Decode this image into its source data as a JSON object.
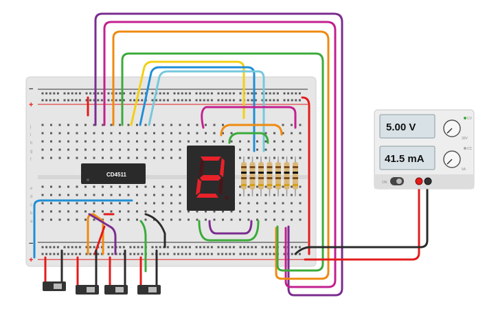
{
  "chip": {
    "label": "CD4511"
  },
  "power_supply": {
    "voltage": "5.00 V",
    "current": "41.5 mA",
    "switch_label": "ON",
    "knob_voltage_max": "30V",
    "knob_current_max": "5A",
    "indicator_cv": "CV",
    "indicator_cc": "CC"
  },
  "display": {
    "digit": "2"
  },
  "breadboard": {
    "row_letters_top": [
      "j",
      "i",
      "h",
      "g",
      "f"
    ],
    "row_letters_bottom": [
      "e",
      "d",
      "c",
      "b",
      "a"
    ],
    "rail_plus": "+",
    "rail_minus": "−"
  },
  "colors": {
    "wire_red": "#e31b1b",
    "wire_black": "#2b2b2b",
    "wire_purple": "#7b2c8f",
    "wire_magenta": "#c2208f",
    "wire_orange": "#ef8a10",
    "wire_green": "#3aab3a",
    "wire_yellow": "#f2d014",
    "wire_blue": "#1e8fd6",
    "wire_lightblue": "#76c8dc",
    "segment_on": "#e8212a",
    "segment_off": "#4a1518"
  }
}
